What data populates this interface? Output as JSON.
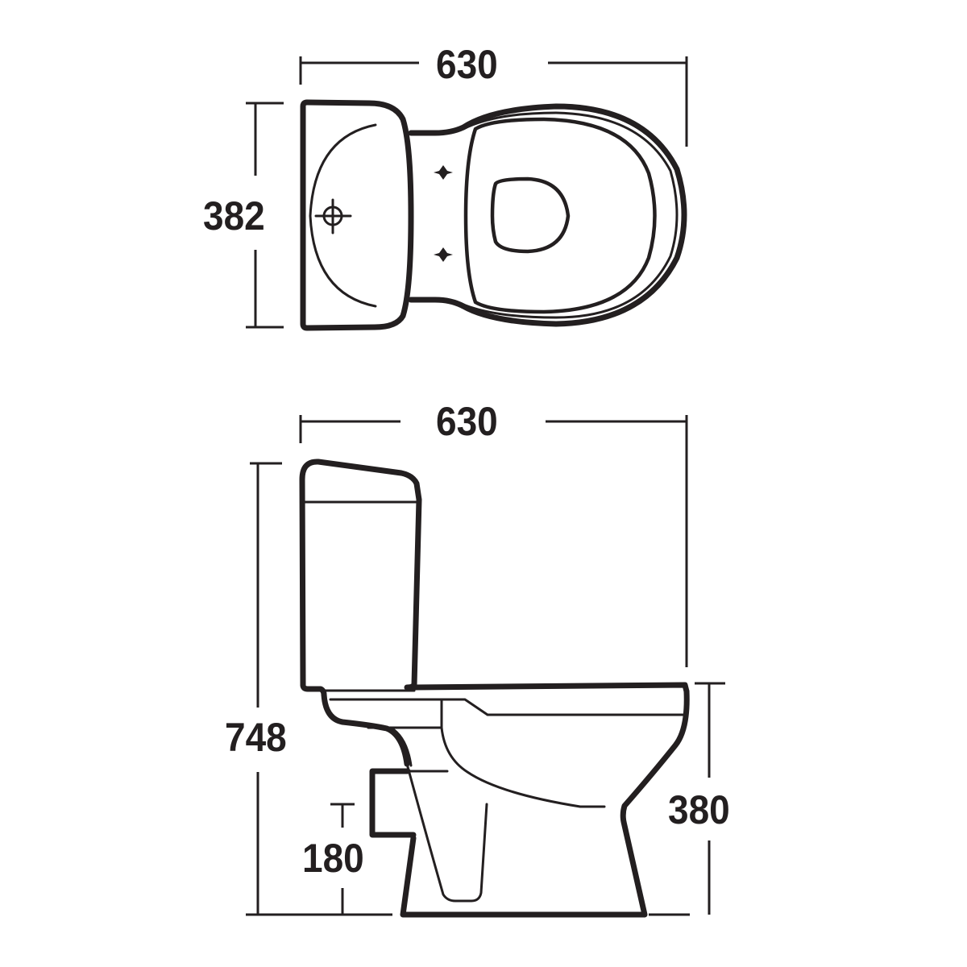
{
  "diagram": {
    "type": "technical-dimension-drawing",
    "subject": "close-coupled toilet",
    "units_implied": "mm",
    "line_color": "#231f20",
    "background": "#ffffff"
  },
  "plan_view": {
    "width_label": "630",
    "depth_label": "382"
  },
  "side_view": {
    "width_label": "630",
    "total_height_label": "748",
    "pan_height_label": "380",
    "outlet_height_label": "180"
  }
}
